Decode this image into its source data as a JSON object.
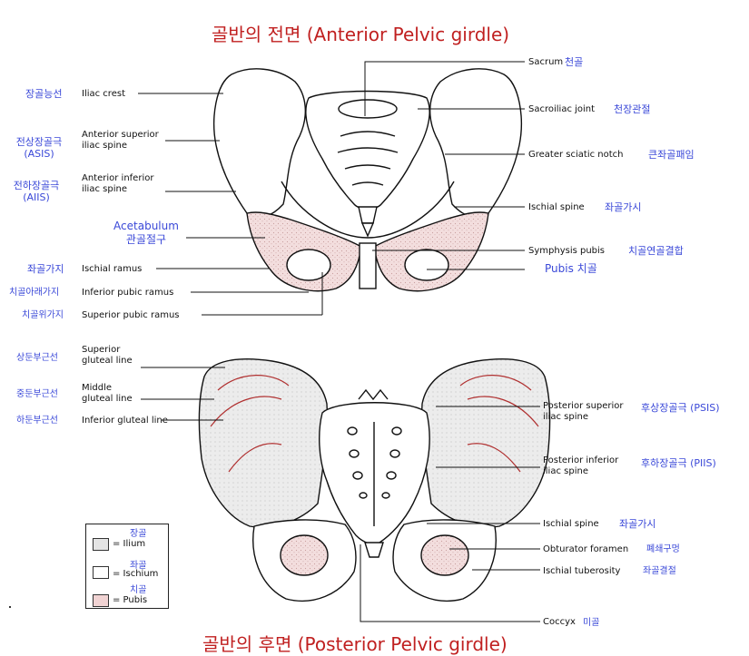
{
  "titles": {
    "anterior": "골반의 전면 (Anterior Pelvic girdle)",
    "posterior": "골반의 후면 (Posterior Pelvic girdle)"
  },
  "anterior": {
    "left": [
      {
        "ko": "장골능선",
        "en": "Iliac crest"
      },
      {
        "ko": "전상장골극\n(ASIS)",
        "en": "Anterior superior\niliac spine"
      },
      {
        "ko": "전하장골극\n(AIIS)",
        "en": "Anterior inferior\niliac spine"
      },
      {
        "ko": "Acetabulum\n관골절구",
        "en": ""
      },
      {
        "ko": "좌골가지",
        "en": "Ischial ramus"
      },
      {
        "ko": "치골아래가지",
        "en": "Inferior pubic ramus"
      },
      {
        "ko": "치골위가지",
        "en": "Superior pubic ramus"
      }
    ],
    "right": [
      {
        "en": "Sacrum",
        "ko": "천골"
      },
      {
        "en": "Sacroiliac joint",
        "ko": "천장관절"
      },
      {
        "en": "Greater sciatic notch",
        "ko": "큰좌골패임"
      },
      {
        "en": "Ischial spine",
        "ko": "좌골가시"
      },
      {
        "en": "Symphysis pubis",
        "ko": "치골연골결합"
      },
      {
        "en": "",
        "ko": "Pubis 치골"
      }
    ]
  },
  "posterior": {
    "left": [
      {
        "ko": "상둔부근선",
        "en": "Superior\ngluteal line"
      },
      {
        "ko": "중둔부근선",
        "en": "Middle\ngluteal line"
      },
      {
        "ko": "하둔부근선",
        "en": "Inferior gluteal line"
      }
    ],
    "right": [
      {
        "en": "Posterior superior\niliac spine",
        "ko": "후상장골극 (PSIS)"
      },
      {
        "en": "Posterior inferior\niliac spine",
        "ko": "후하장골극 (PIIS)"
      },
      {
        "en": "Ischial spine",
        "ko": "좌골가시"
      },
      {
        "en": "Obturator foramen",
        "ko": "폐쇄구멍"
      },
      {
        "en": "Ischial tuberosity",
        "ko": "좌골결절"
      },
      {
        "en": "Coccyx",
        "ko": "미골"
      }
    ]
  },
  "legend": [
    {
      "ko": "장골",
      "en": "= Ilium",
      "color": "#e4e4e4"
    },
    {
      "ko": "좌골",
      "en": "= Ischium",
      "color": "#ffffff"
    },
    {
      "ko": "치골",
      "en": "= Pubis",
      "color": "#f1d3d3"
    }
  ]
}
